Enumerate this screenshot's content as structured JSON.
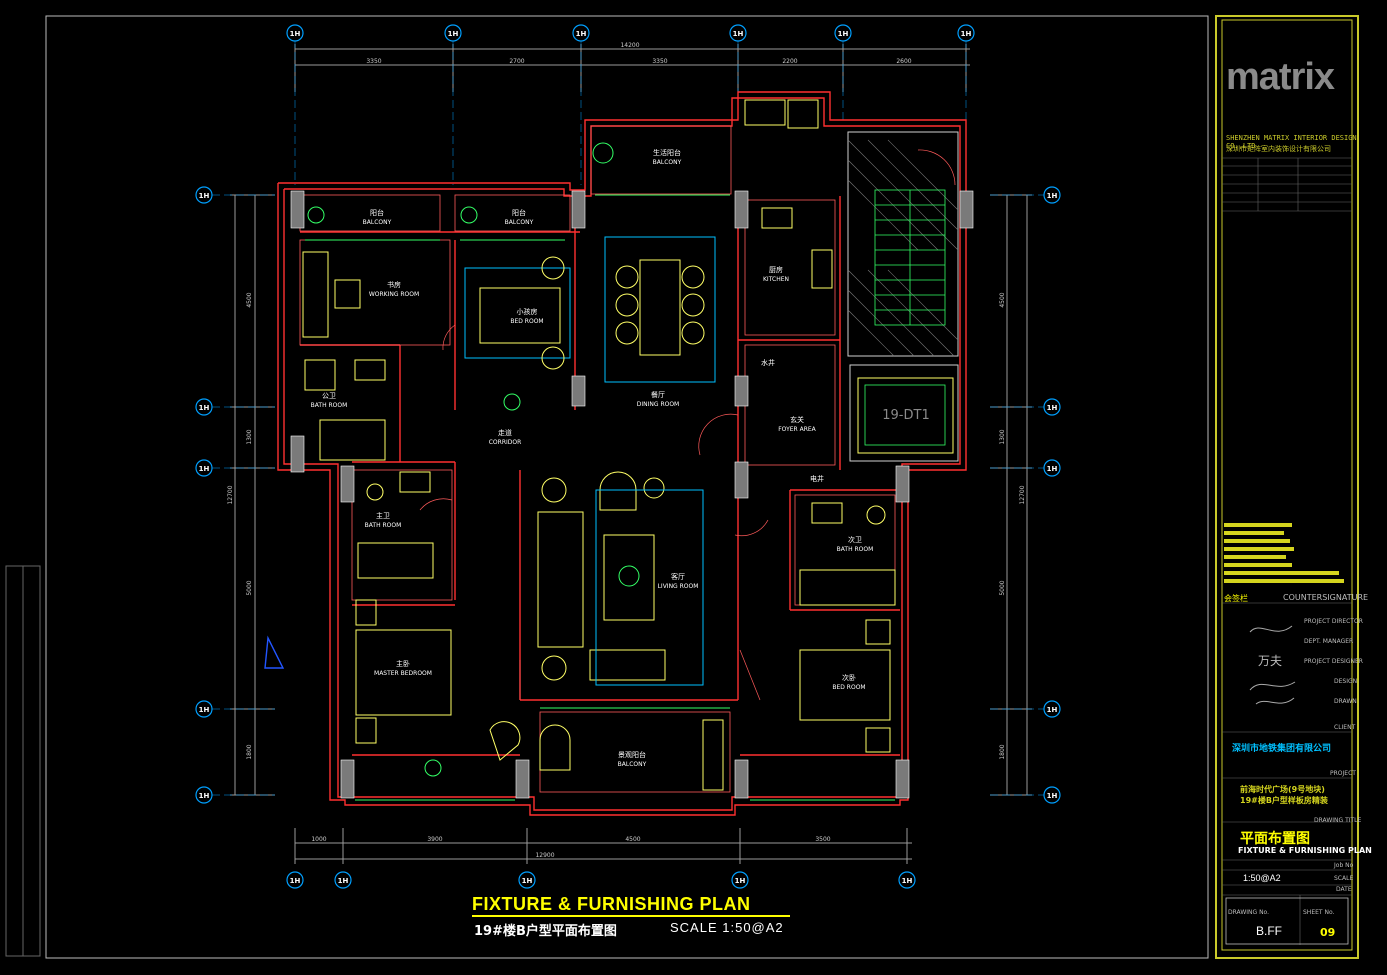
{
  "drawing": {
    "title": "FIXTURE & FURNISHING PLAN",
    "subtitle": "19#楼B户型平面布置图",
    "scale": "SCALE  1:50@A2"
  },
  "colors": {
    "background": "#000000",
    "wall": "#ff3030",
    "furniture": "#ffff66",
    "grid": "#00c8ff",
    "dimension": "#9a9a9a",
    "title_block_frame": "#c9c92a"
  },
  "grid_axes": {
    "top": [
      "1H",
      "1H",
      "1H",
      "1H",
      "1H",
      "1H"
    ],
    "left": [
      "1H",
      "1H",
      "1H",
      "1H",
      "1H"
    ],
    "right": [
      "1H",
      "1H",
      "1H",
      "1H",
      "1H"
    ],
    "bottom": [
      "1H",
      "1H",
      "1H",
      "1H",
      "1H"
    ]
  },
  "dimensions": {
    "top_total": "14200",
    "top_segments": [
      "3350",
      "2700",
      "3350",
      "2200",
      "2600"
    ],
    "bottom_total": "12900",
    "bottom_segments": [
      "1000",
      "3900",
      "4500",
      "3500"
    ],
    "left_segments": [
      "4500",
      "1300",
      "5000",
      "1800"
    ],
    "left_total": "12700",
    "right_segments": [
      "4500",
      "1300",
      "5000",
      "1800"
    ],
    "right_total": "12700"
  },
  "rooms": [
    {
      "cn": "阳台",
      "en": "BALCONY"
    },
    {
      "cn": "阳台",
      "en": "BALCONY"
    },
    {
      "cn": "生活阳台",
      "en": "BALCONY"
    },
    {
      "cn": "书房",
      "en": "WORKING ROOM"
    },
    {
      "cn": "小孩房",
      "en": "BED ROOM"
    },
    {
      "cn": "餐厅",
      "en": "DINING ROOM"
    },
    {
      "cn": "厨房",
      "en": "KITCHEN"
    },
    {
      "cn": "公卫",
      "en": "BATH ROOM"
    },
    {
      "cn": "走道",
      "en": "CORRIDOR"
    },
    {
      "cn": "玄关",
      "en": "FOYER AREA"
    },
    {
      "cn": "主卫",
      "en": "BATH ROOM"
    },
    {
      "cn": "客厅",
      "en": "LIVING ROOM"
    },
    {
      "cn": "次卫",
      "en": "BATH ROOM"
    },
    {
      "cn": "主卧",
      "en": "MASTER BEDROOM"
    },
    {
      "cn": "次卧",
      "en": "BED ROOM"
    },
    {
      "cn": "景观阳台",
      "en": "BALCONY"
    }
  ],
  "misc_labels": {
    "elevator": "19-DT1",
    "shaft_water": "水井",
    "shaft_elec": "电井"
  },
  "title_block": {
    "brand": "matrix",
    "company_en": "SHENZHEN MATRIX INTERIOR DESIGN CO.,LTD",
    "company_cn": "深圳市矩阵室内装饰设计有限公司",
    "countersign_cn": "会签栏",
    "countersign_en": "COUNTERSIGNATURE",
    "roles": [
      "PROJECT DIRECTOR",
      "DEPT. MANAGER",
      "PROJECT DESIGNER",
      "DESIGN",
      "DRAWN"
    ],
    "designer_sign": "万夫",
    "client_label": "CLIENT",
    "client_name": "深圳市地铁集团有限公司",
    "project_label": "PROJECT",
    "project_line1": "前海时代广场(9号地块)",
    "project_line2": "19#楼B户型样板房精装",
    "drawing_title_label": "DRAWING TITLE",
    "drawing_title_cn": "平面布置图",
    "drawing_title_en": "FIXTURE & FURNISHING PLAN",
    "job_no_label": "Job No",
    "scale_label": "SCALE",
    "scale_value": "1:50@A2",
    "date_label": "DATE",
    "drawing_no_label": "DRAWING No.",
    "sheet_no_label": "SHEET No.",
    "drawing_no": "B.FF",
    "sheet_no": "09"
  }
}
